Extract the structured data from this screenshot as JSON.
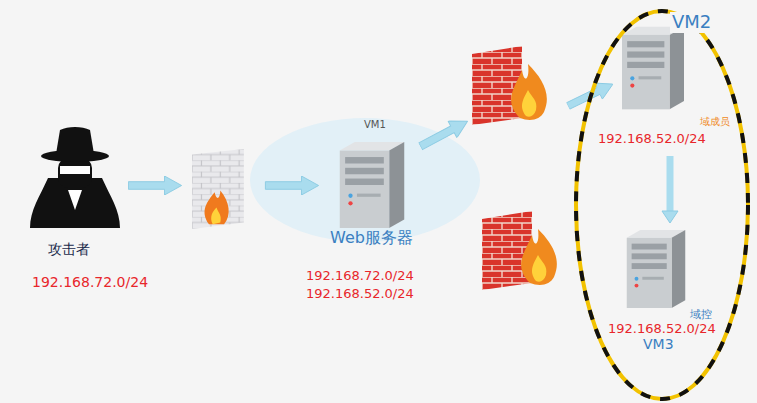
{
  "diagram": {
    "nodes": [
      {
        "text": [
          "攻击者",
          "192.168.72.0/24"
        ]
      },
      {
        "text": [
          "VM1",
          "Web服务器",
          "192.168.72.0/24",
          "192.168.52.0/24"
        ]
      },
      {
        "text": [
          "VM2",
          "域成员",
          "192.168.52.0/24"
        ]
      },
      {
        "text": [
          "域控",
          "192.168.52.0/24",
          "VM3"
        ]
      }
    ],
    "edges": [
      {
        "from": 2,
        "to": 3,
        "arrow": "to"
      }
    ]
  }
}
